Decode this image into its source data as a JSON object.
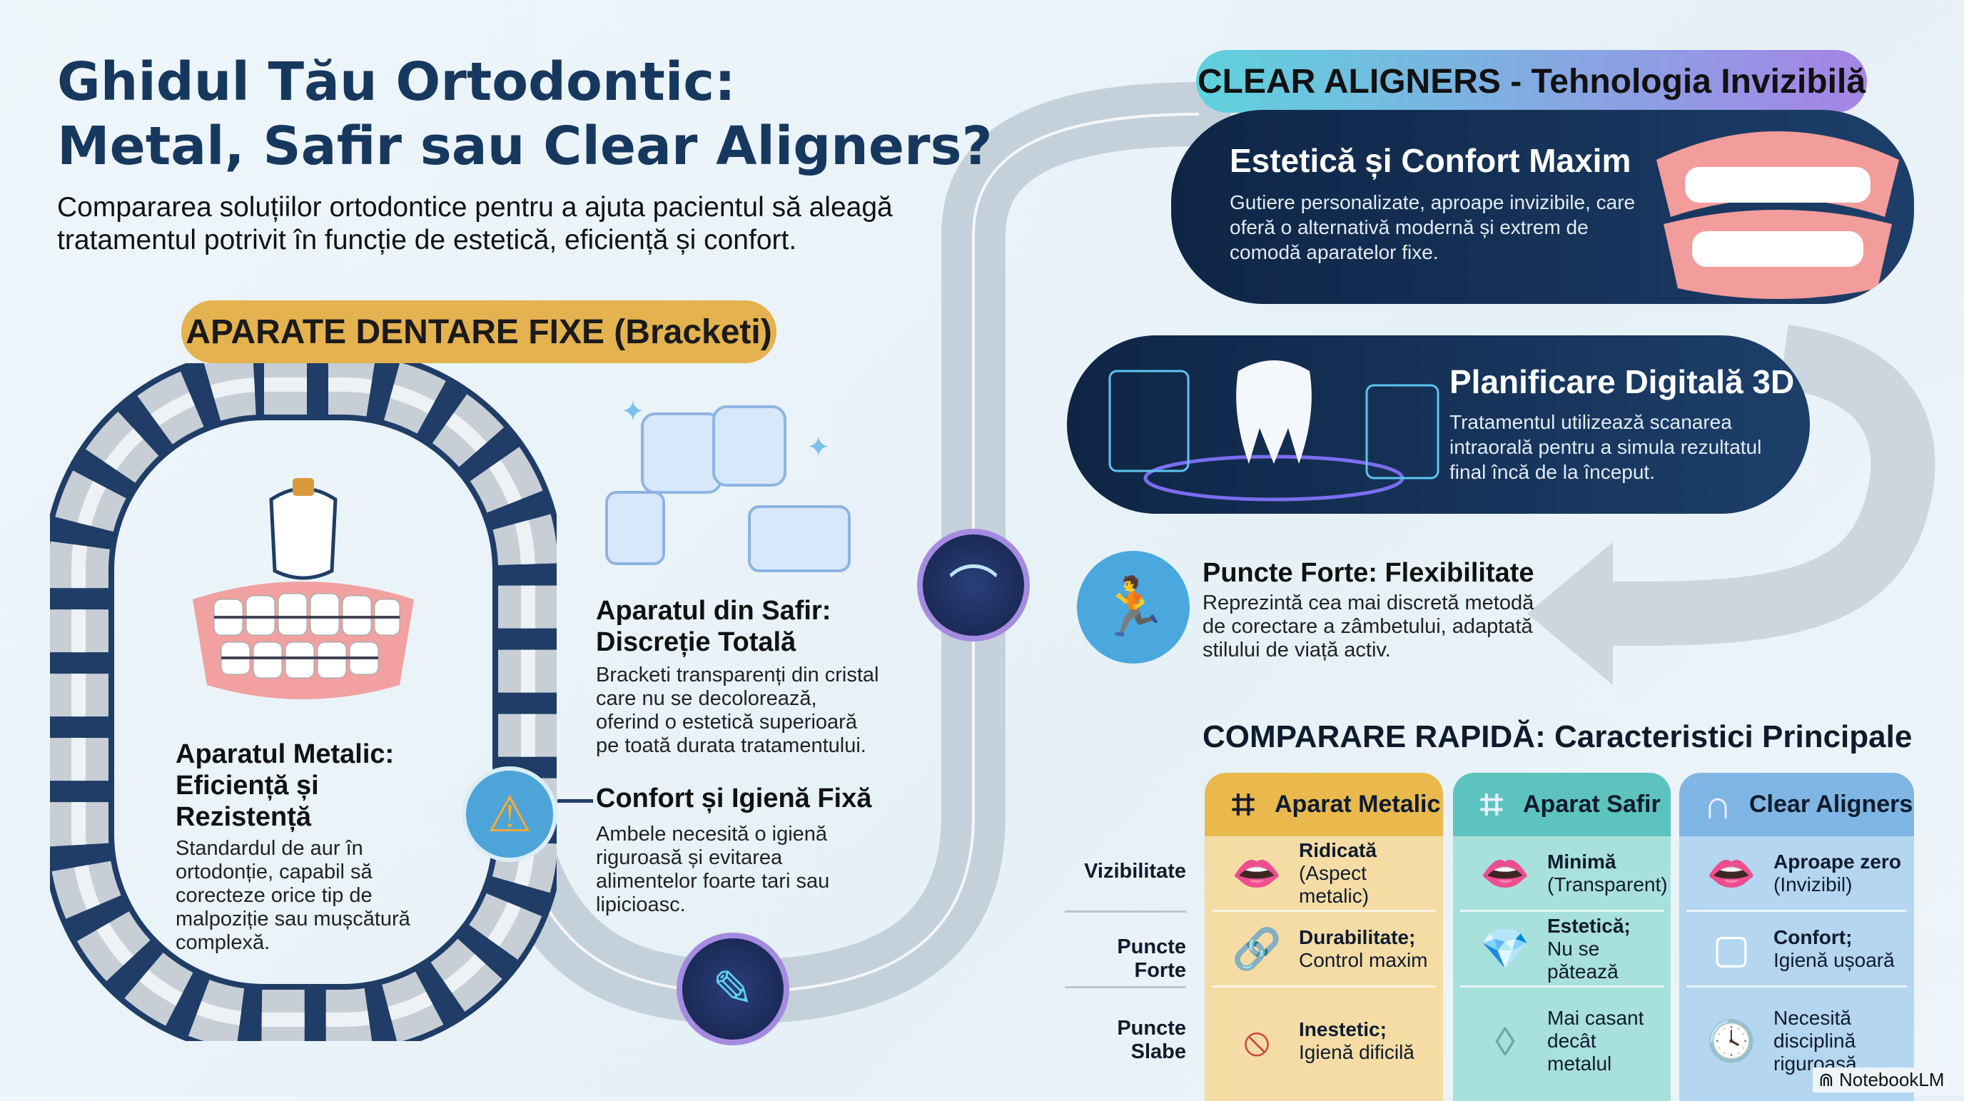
{
  "title": {
    "line1": "Ghidul Tău Ortodontic:",
    "line2": "Metal, Safir sau Clear Aligners?"
  },
  "subtitle": "Compararea soluțiilor ortodontice pentru a ajuta pacientul să aleagă tratamentul potrivit în funcție de estetică, eficiență și confort.",
  "fixed": {
    "banner": "APARATE DENTARE FIXE (Bracketi)",
    "metal": {
      "heading": "Aparatul Metalic: Eficiență și Rezistență",
      "body": "Standardul de aur în ortodonție, capabil să corecteze orice tip de malpoziție sau mușcătură complexă."
    },
    "safir": {
      "heading": "Aparatul din Safir: Discreție Totală",
      "body": "Bracketi transparenți din cristal care nu se decolorează, oferind o estetică superioară pe toată durata tratamentului."
    },
    "comfort": {
      "heading": "Confort și Igienă Fixă",
      "body": "Ambele necesită o igienă riguroasă și evitarea alimentelor foarte tari sau lipicioasc."
    }
  },
  "aligners": {
    "banner": "CLEAR ALIGNERS - Tehnologia Invizibilă",
    "card1": {
      "title": "Estetică și Confort Maxim",
      "body": "Gutiere personalizate, aproape invizibile, care oferă o alternativă modernă și extrem de comodă aparatelor fixe."
    },
    "card2": {
      "title": "Planificare Digitală 3D",
      "body": "Tratamentul utilizează scanarea intraorală pentru a simula rezultatul final încă de la început."
    },
    "strength": {
      "title": "Puncte Forte: Flexibilitate",
      "body": "Reprezintă cea mai discretă metodă de corectare a zâmbetului, adaptată stilului de viață activ."
    }
  },
  "comparison": {
    "title": "COMPARARE RAPIDĂ: Caracteristici Principale",
    "rows": [
      "Vizibilitate",
      "Puncte Forte",
      "Puncte Slabe"
    ],
    "columns": [
      {
        "name": "Aparat Metalic",
        "color": "#e9b94e",
        "cells": [
          {
            "bold": "Ridicată",
            "text": "(Aspect metalic)"
          },
          {
            "bold": "Durabilitate;",
            "text": "Control maxim"
          },
          {
            "bold": "Inestetic;",
            "text": "Igienă dificilă"
          }
        ]
      },
      {
        "name": "Aparat Safir",
        "color": "#5dc3bf",
        "cells": [
          {
            "bold": "Minimă",
            "text": "(Transparent)"
          },
          {
            "bold": "Estetică;",
            "text": "Nu se pătează"
          },
          {
            "bold": "",
            "text": "Mai casant decât metalul"
          }
        ]
      },
      {
        "name": "Clear Aligners",
        "color": "#7fb6e3",
        "cells": [
          {
            "bold": "Aproape zero",
            "text": "(Invizibil)"
          },
          {
            "bold": "Confort;",
            "text": "Igienă ușoară"
          },
          {
            "bold": "",
            "text": "Necesită disciplină riguroasă"
          }
        ]
      }
    ]
  },
  "watermark": "NotebookLM"
}
